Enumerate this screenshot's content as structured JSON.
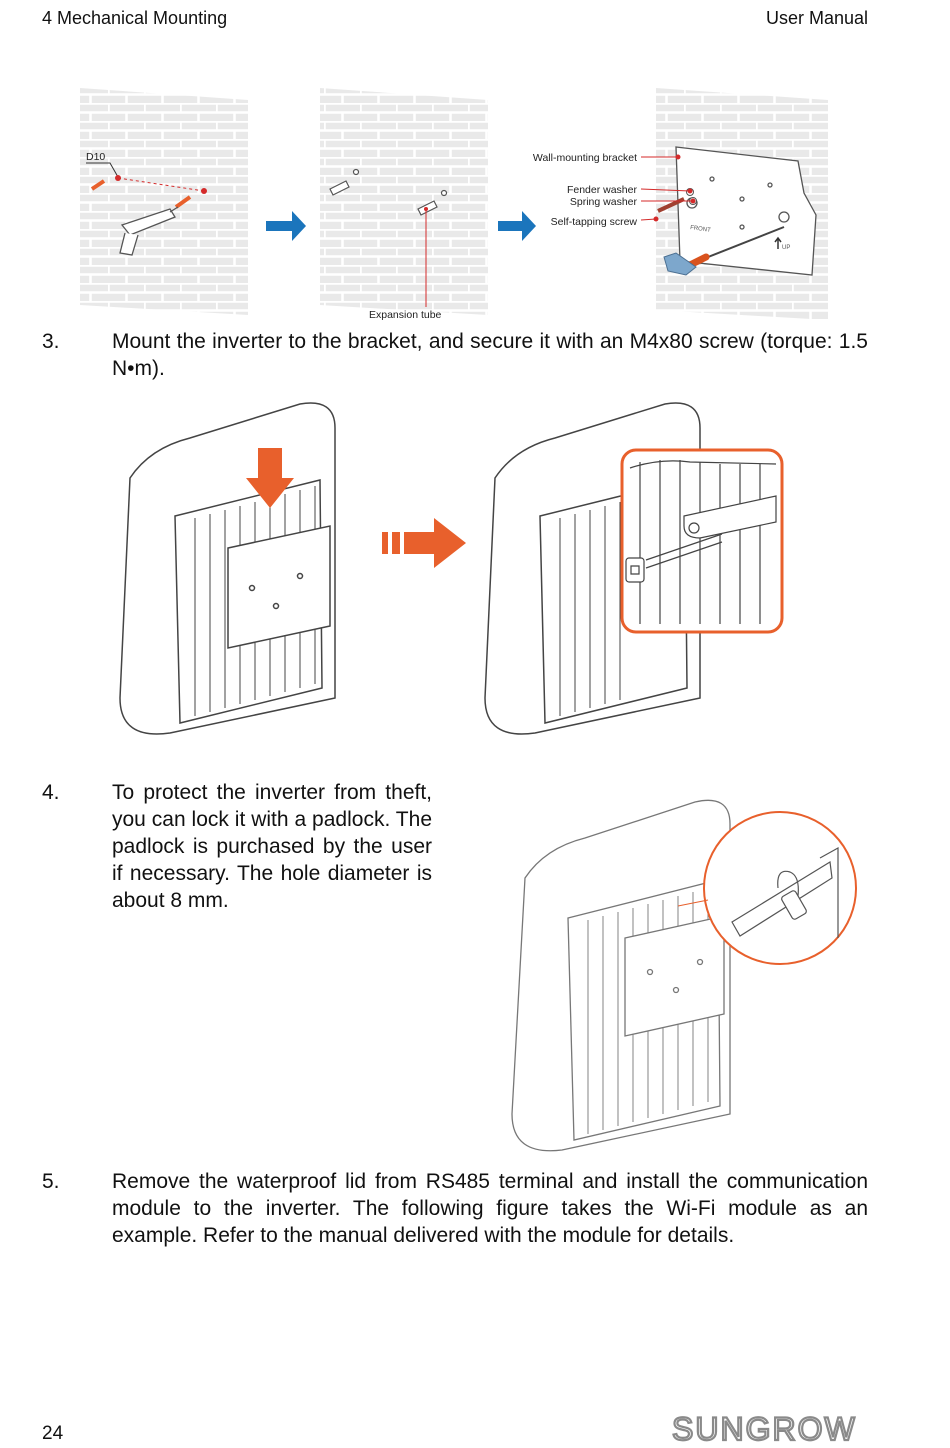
{
  "header": {
    "chapter": "4 Mechanical Mounting",
    "doc_type": "User Manual"
  },
  "figure1": {
    "label_d10": "D10",
    "label_expansion_tube": "Expansion tube",
    "label_bracket": "Wall-mounting bracket",
    "label_fender_washer": "Fender washer",
    "label_spring_washer": "Spring washer",
    "label_screw": "Self-tapping screw",
    "label_front": "FRONT",
    "label_up": "UP"
  },
  "steps": [
    {
      "num": "3.",
      "text": "Mount the inverter to the bracket, and secure it with an M4x80 screw (torque: 1.5 N•m)."
    },
    {
      "num": "4.",
      "text": "To protect the inverter from theft, you can lock it with a padlock. The padlock is purchased by the user if necessary. The hole diameter is about 8 mm."
    },
    {
      "num": "5.",
      "text": "Remove the waterproof lid from RS485 terminal and install the communication module to the inverter. The following figure takes the Wi-Fi module as an example. Refer to the manual delivered with the module for details."
    }
  ],
  "footer": {
    "page_number": "24",
    "brand": "SUNGROW"
  },
  "colors": {
    "arrow_blue": "#1b75bc",
    "arrow_orange": "#e8602c",
    "label_red": "#d42a2a",
    "brick_gray": "#d7d7d7"
  }
}
